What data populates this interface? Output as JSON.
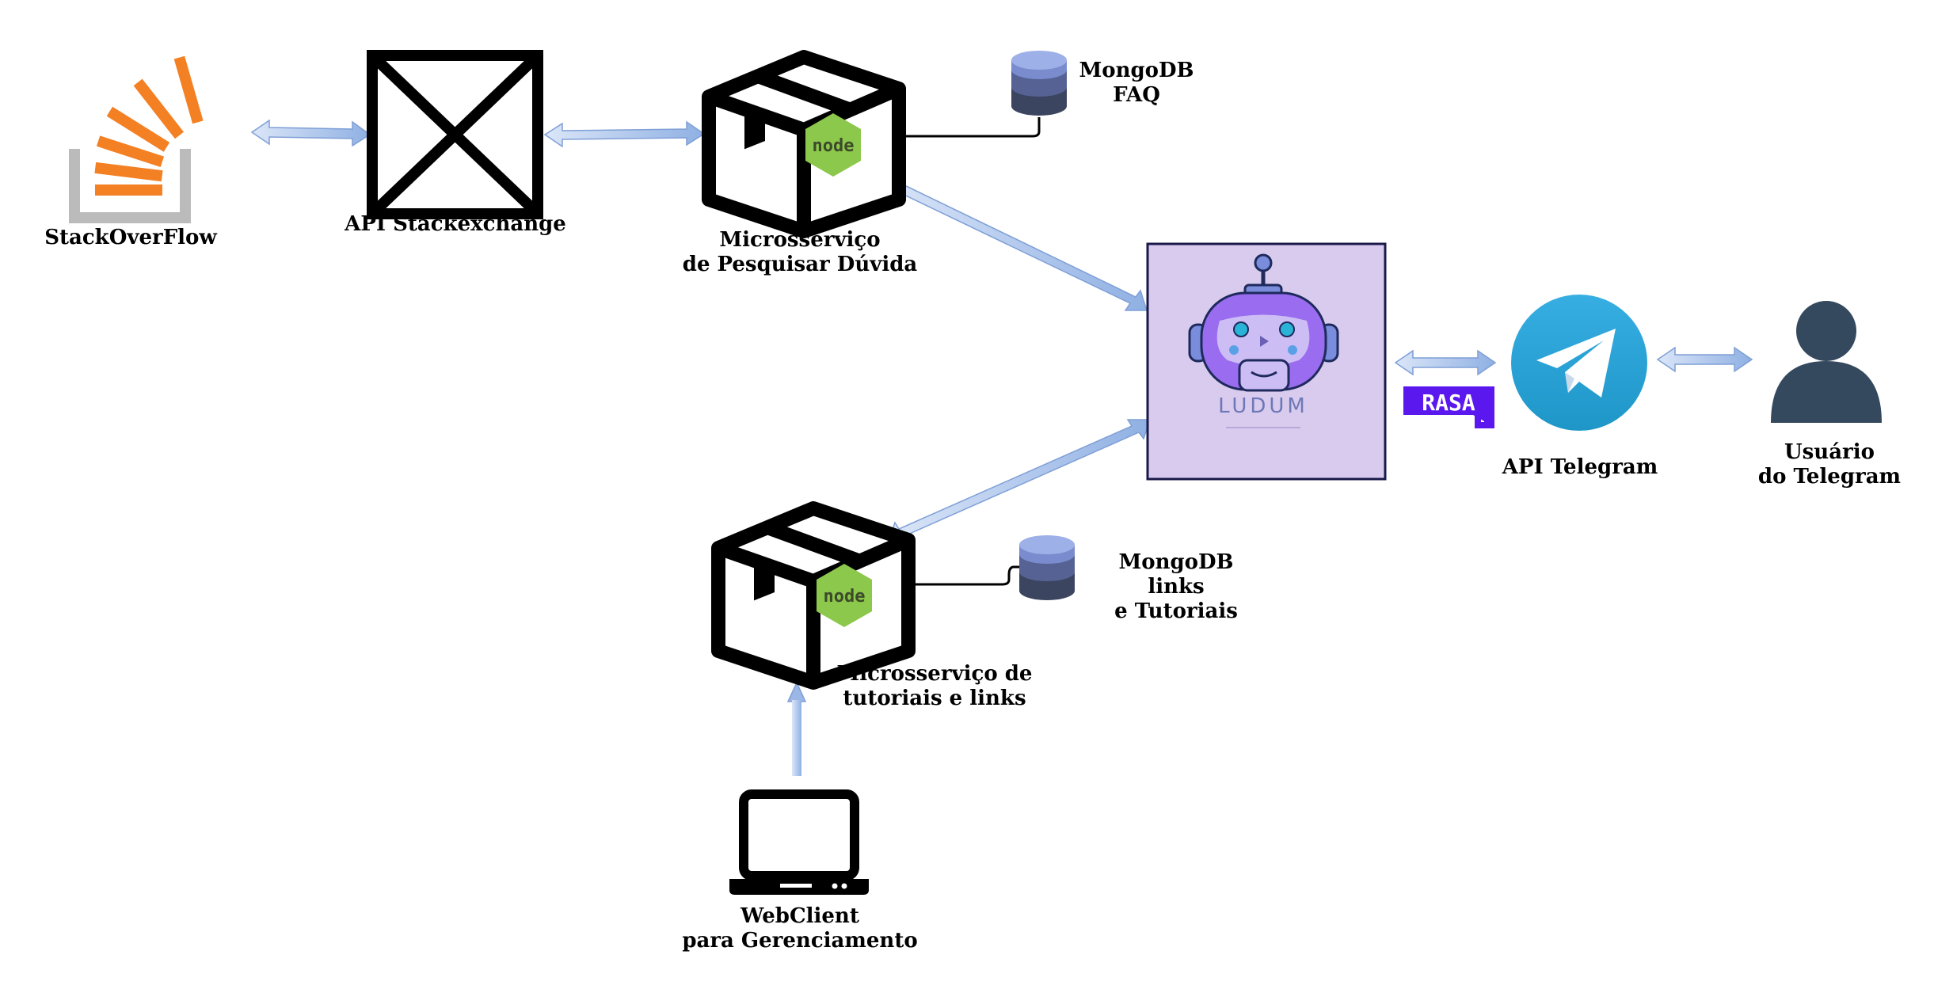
{
  "nodes": {
    "stackoverflow": {
      "label": "StackOverFlow"
    },
    "api_stackexchange": {
      "label": "API Stackexchange"
    },
    "ms_pesquisar": {
      "line1": "Microsserviço",
      "line2": "de Pesquisar Dúvida",
      "badge": "node"
    },
    "mongodb_faq": {
      "line1": "MongoDB",
      "line2": "FAQ"
    },
    "ludum": {
      "label": "LUDUM"
    },
    "rasa": {
      "label": "RASA"
    },
    "api_telegram": {
      "label": "API Telegram"
    },
    "usuario_telegram": {
      "line1": "Usuário",
      "line2": "do Telegram"
    },
    "ms_tutoriais": {
      "line1": "Microsserviço de",
      "line2": "tutoriais e links",
      "badge": "node"
    },
    "mongodb_links": {
      "line1": "MongoDB",
      "line2": "links",
      "line3": "e Tutoriais"
    },
    "webclient": {
      "line1": "WebClient",
      "line2": "para Gerenciamento"
    }
  },
  "colors": {
    "stackoverflow_orange": "#f48024",
    "stackoverflow_gray": "#bcbbbb",
    "node_green": "#8cc84b",
    "mongodb_blue": "#6c7fc2",
    "ludum_bg": "#d9cbed",
    "ludum_border": "#1a1a4a",
    "robot_purple": "#9a6cf0",
    "rasa_purple": "#5a17ee",
    "telegram_blue": "#2ca5e0",
    "user_slate": "#34495e",
    "connector_blue": "#9bb7e6"
  }
}
